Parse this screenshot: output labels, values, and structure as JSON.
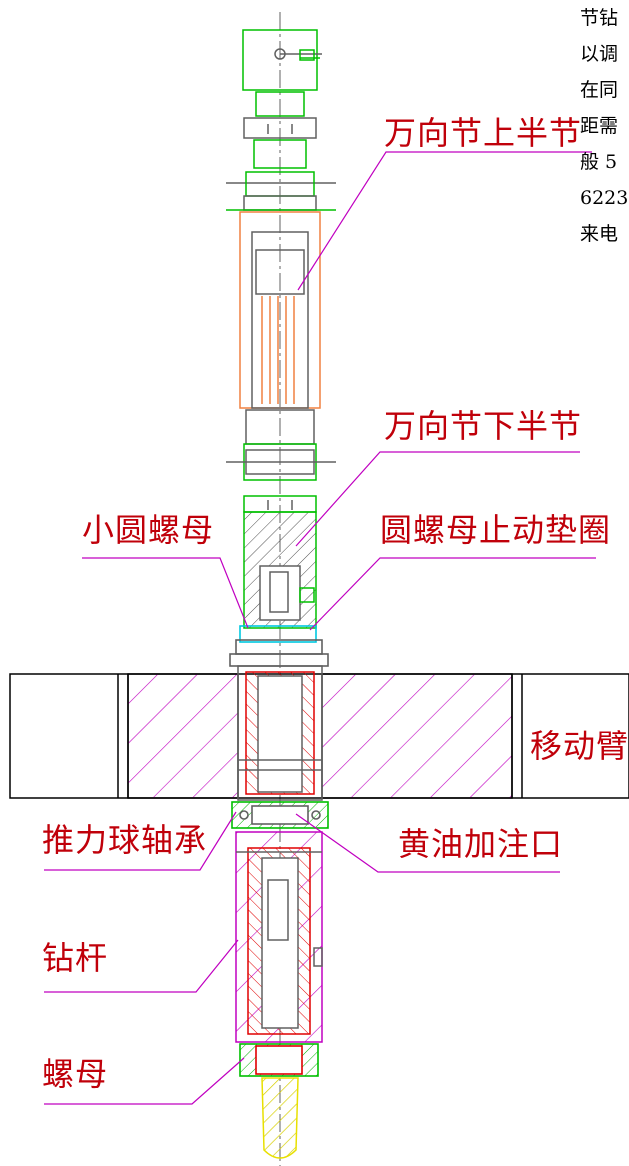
{
  "labels": {
    "upper_half": "万向节上半节",
    "lower_half": "万向节下半节",
    "small_nut": "小圆螺母",
    "lock_washer": "圆螺母止动垫圈",
    "moving_arm": "移动臂",
    "thrust_bearing": "推力球轴承",
    "grease_port": "黄油加注口",
    "drill_rod": "钻杆",
    "nut": "螺母"
  },
  "side_text": [
    "节钻",
    "以调",
    "在同",
    "距需",
    "般 5",
    "6223",
    "来电"
  ],
  "colors": {
    "label": "#c0000a",
    "leader": "#c000c0",
    "green": "#00c000",
    "orange": "#f08040",
    "gray": "#606060",
    "red": "#e00000",
    "cyan": "#00c8e0",
    "magenta": "#c000c0",
    "yellow": "#e8e000"
  }
}
